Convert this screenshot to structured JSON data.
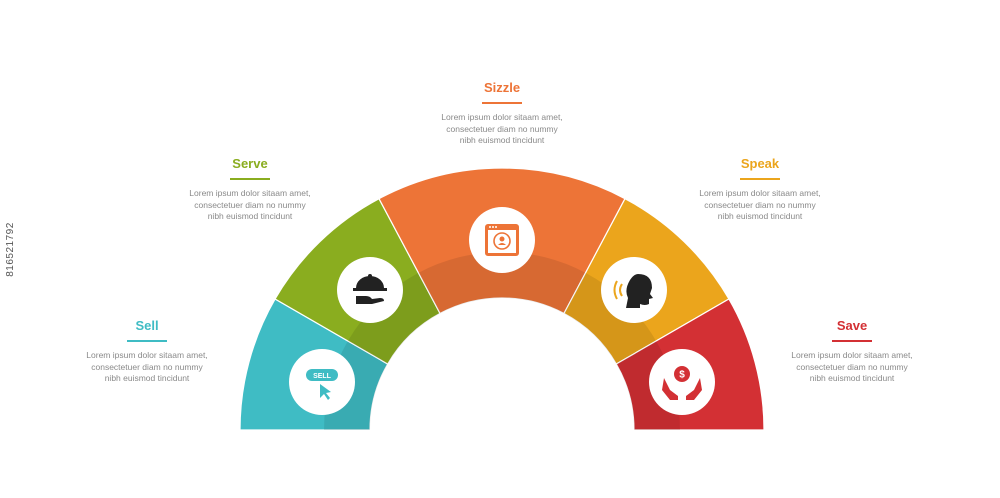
{
  "segments": [
    {
      "title": "Sell",
      "color": "#3fbcc4",
      "icon": "sell-button-hand-icon",
      "description": [
        "Lorem ipsum dolor sitaam amet,",
        "consectetuer diam no nummy",
        "nibh euismod tincidunt"
      ],
      "icon_text": "SELL"
    },
    {
      "title": "Serve",
      "color": "#8aad1f",
      "icon": "serving-cloche-hand-icon",
      "description": [
        "Lorem ipsum dolor sitaam amet,",
        "consectetuer diam no nummy",
        "nibh euismod tincidunt"
      ]
    },
    {
      "title": "Sizzle",
      "color": "#ed7437",
      "icon": "browser-user-refresh-icon",
      "description": [
        "Lorem ipsum dolor sitaam amet,",
        "consectetuer diam no nummy",
        "nibh euismod tincidunt"
      ]
    },
    {
      "title": "Speak",
      "color": "#eba51c",
      "icon": "speaking-head-icon",
      "description": [
        "Lorem ipsum dolor sitaam amet,",
        "consectetuer diam no nummy",
        "nibh euismod tincidunt"
      ]
    },
    {
      "title": "Save",
      "color": "#d33034",
      "icon": "hands-holding-coin-icon",
      "description": [
        "Lorem ipsum dolor sitaam amet,",
        "consectetuer diam no nummy",
        "nibh euismod tincidunt"
      ]
    }
  ],
  "watermark_id": "816521792"
}
